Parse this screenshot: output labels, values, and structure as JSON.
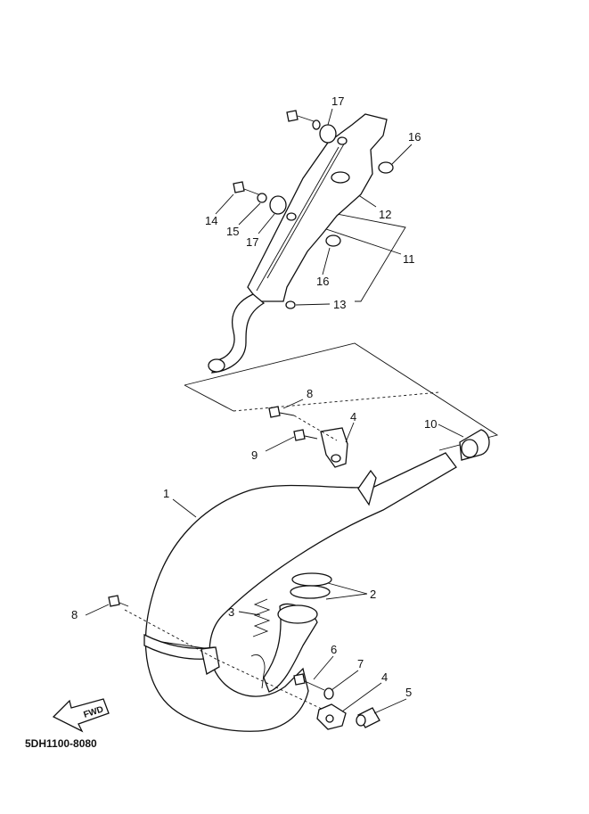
{
  "diagram": {
    "code": "5DH1100-8080",
    "fwd_label": "FWD",
    "callouts": {
      "c1": "1",
      "c2": "2",
      "c3": "3",
      "c4a": "4",
      "c4b": "4",
      "c5": "5",
      "c6": "6",
      "c7": "7",
      "c8a": "8",
      "c8b": "8",
      "c9": "9",
      "c10": "10",
      "c11": "11",
      "c12": "12",
      "c13": "13",
      "c14": "14",
      "c15": "15",
      "c16a": "16",
      "c16b": "16",
      "c17a": "17",
      "c17b": "17"
    }
  }
}
